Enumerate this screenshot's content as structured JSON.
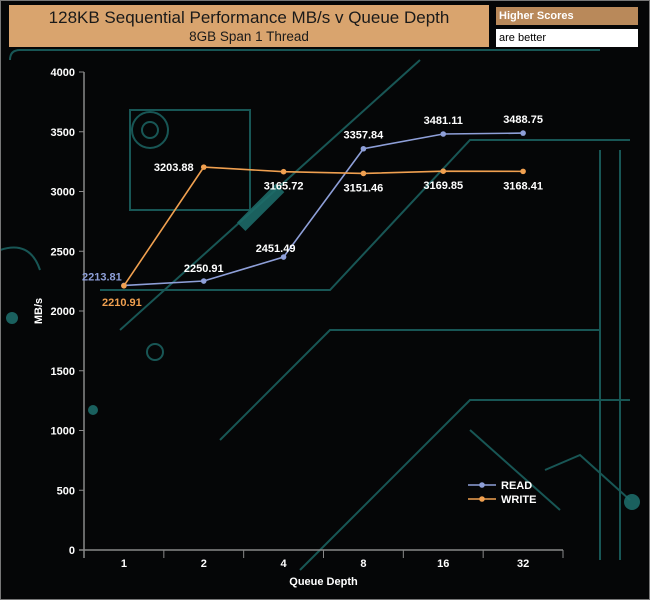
{
  "header": {
    "title": "128KB Sequential Performance MB/s v Queue Depth",
    "subtitle": "8GB Span 1 Thread",
    "badge_top": "Higher Scores",
    "badge_bottom": "are better"
  },
  "chart_data": {
    "type": "line",
    "title": "128KB Sequential Performance MB/s v Queue Depth",
    "subtitle": "8GB Span 1 Thread",
    "xlabel": "Queue Depth",
    "ylabel": "MB/s",
    "categories": [
      "1",
      "2",
      "4",
      "8",
      "16",
      "32"
    ],
    "ylim": [
      0,
      4000
    ],
    "yticks": [
      "0",
      "500",
      "1000",
      "1500",
      "2000",
      "2500",
      "3000",
      "3500",
      "4000"
    ],
    "legend_position": "bottom-right",
    "series": [
      {
        "name": "READ",
        "color": "#8e9fd8",
        "values": [
          2213.81,
          2250.91,
          2451.49,
          3357.84,
          3481.11,
          3488.75
        ],
        "labels": [
          "2213.81",
          "2250.91",
          "2451.49",
          "3357.84",
          "3481.11",
          "3488.75"
        ]
      },
      {
        "name": "WRITE",
        "color": "#f0a050",
        "values": [
          2210.91,
          3203.88,
          3165.72,
          3151.46,
          3169.85,
          3168.41
        ],
        "labels": [
          "2210.91",
          "3203.88",
          "3165.72",
          "3151.46",
          "3169.85",
          "3168.41"
        ]
      }
    ]
  }
}
